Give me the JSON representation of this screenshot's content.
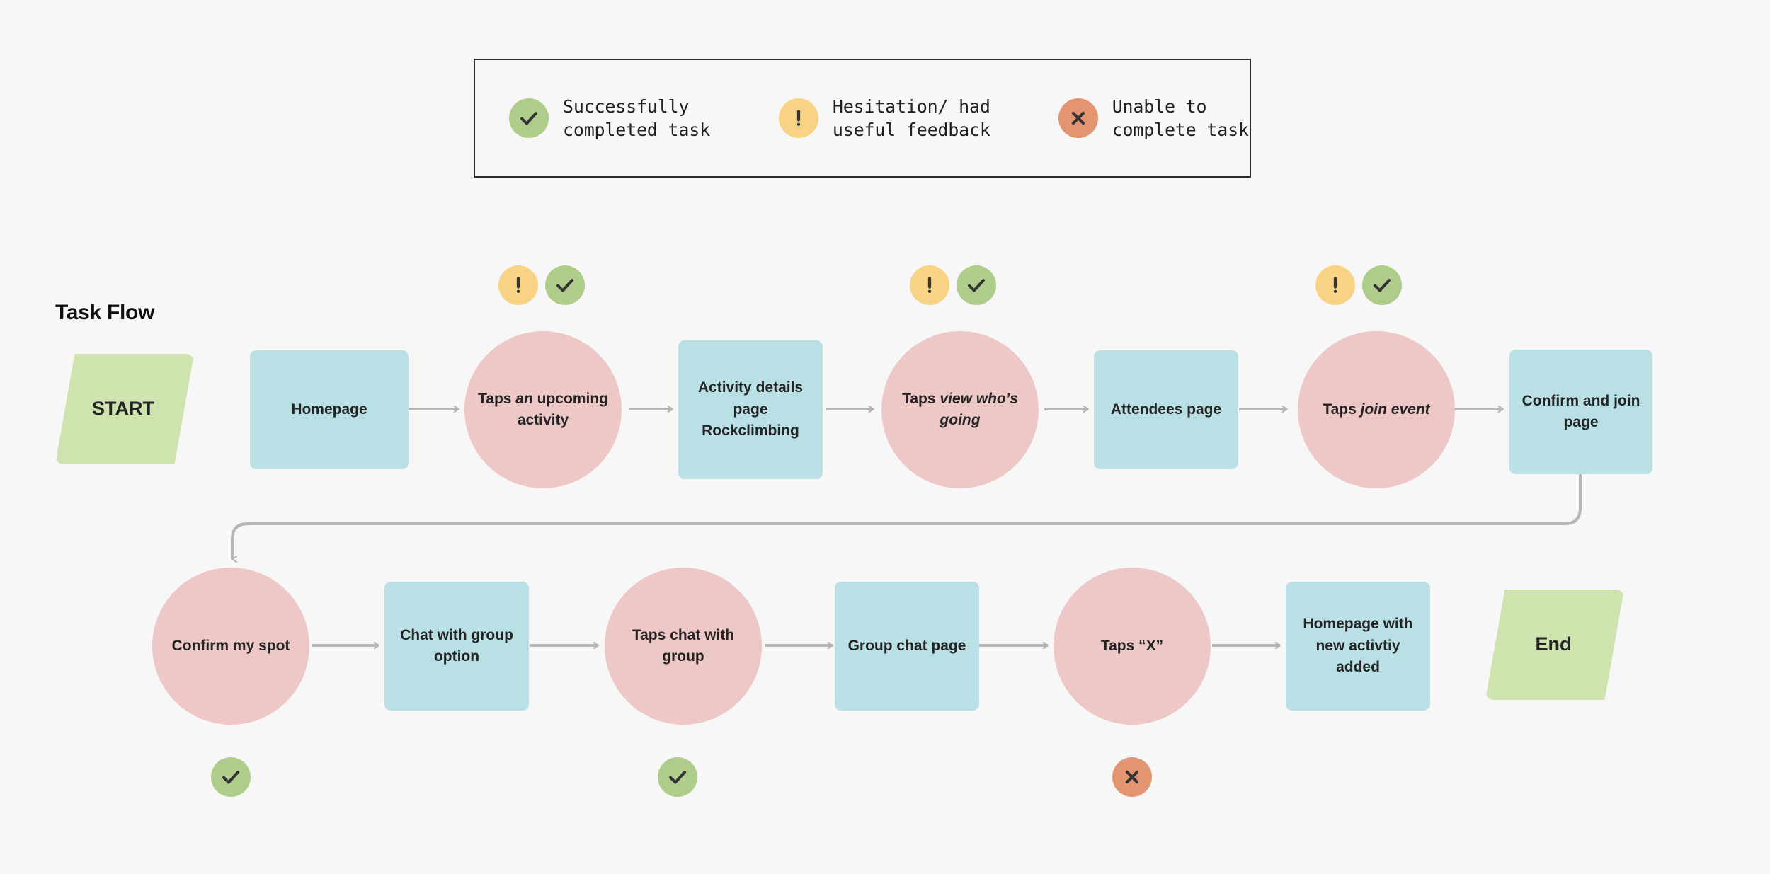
{
  "page": {
    "background_color": "#f7f7f7",
    "title": "Task Flow"
  },
  "legend": {
    "border_color": "#2b2b2b",
    "items": [
      {
        "icon": "check-icon",
        "color": "#aecc8a",
        "label": "Successfully\ncompleted task"
      },
      {
        "icon": "exclamation-icon",
        "color": "#f8d285",
        "label": "Hesitation/ had\nuseful feedback"
      },
      {
        "icon": "cross-icon",
        "color": "#e29570",
        "label": "Unable to\ncomplete task"
      }
    ]
  },
  "palette": {
    "terminator_green": "#cfe3ae",
    "screen_blue": "#b9e0e5",
    "action_pink": "#eec7c7",
    "badge_green": "#aecc8a",
    "badge_yellow": "#f8d285",
    "badge_orange": "#e29570",
    "connector_grey": "#b6b6b6"
  },
  "flow": {
    "row1": [
      {
        "id": "start",
        "shape": "parallelogram",
        "label": "START",
        "markers": []
      },
      {
        "id": "homepage",
        "shape": "rect",
        "label": "Homepage",
        "markers": []
      },
      {
        "id": "taps-upcoming-activity",
        "shape": "circle",
        "label_parts": [
          "Taps ",
          "an",
          " upcoming activity"
        ],
        "label": "Taps an upcoming activity",
        "markers": [
          "exclamation-icon",
          "check-icon"
        ]
      },
      {
        "id": "activity-details-page",
        "shape": "rect",
        "label": "Activity details page Rockclimbing",
        "markers": []
      },
      {
        "id": "taps-view-whos-going",
        "shape": "circle",
        "label_parts": [
          "Taps ",
          "view who’s going",
          ""
        ],
        "label": "Taps view who’s going",
        "markers": [
          "exclamation-icon",
          "check-icon"
        ]
      },
      {
        "id": "attendees-page",
        "shape": "rect",
        "label": "Attendees page",
        "markers": []
      },
      {
        "id": "taps-join-event",
        "shape": "circle",
        "label_parts": [
          "Taps ",
          "join event",
          ""
        ],
        "label": "Taps join event",
        "markers": [
          "exclamation-icon",
          "check-icon"
        ]
      },
      {
        "id": "confirm-and-join-page",
        "shape": "rect",
        "label": "Confirm and join page",
        "markers": []
      }
    ],
    "row2": [
      {
        "id": "confirm-my-spot",
        "shape": "circle",
        "label": "Confirm my spot",
        "markers": [
          "check-icon"
        ]
      },
      {
        "id": "chat-with-group-option",
        "shape": "rect",
        "label": "Chat with group option",
        "markers": []
      },
      {
        "id": "taps-chat-with-group",
        "shape": "circle",
        "label": "Taps chat with group",
        "markers": [
          "check-icon"
        ]
      },
      {
        "id": "group-chat-page",
        "shape": "rect",
        "label": "Group chat page",
        "markers": []
      },
      {
        "id": "taps-x",
        "shape": "circle",
        "label": "Taps “X”",
        "markers": [
          "cross-icon"
        ]
      },
      {
        "id": "homepage-new-activity",
        "shape": "rect",
        "label": "Homepage with new activtiy added",
        "markers": []
      },
      {
        "id": "end",
        "shape": "parallelogram",
        "label": "End",
        "markers": []
      }
    ]
  }
}
